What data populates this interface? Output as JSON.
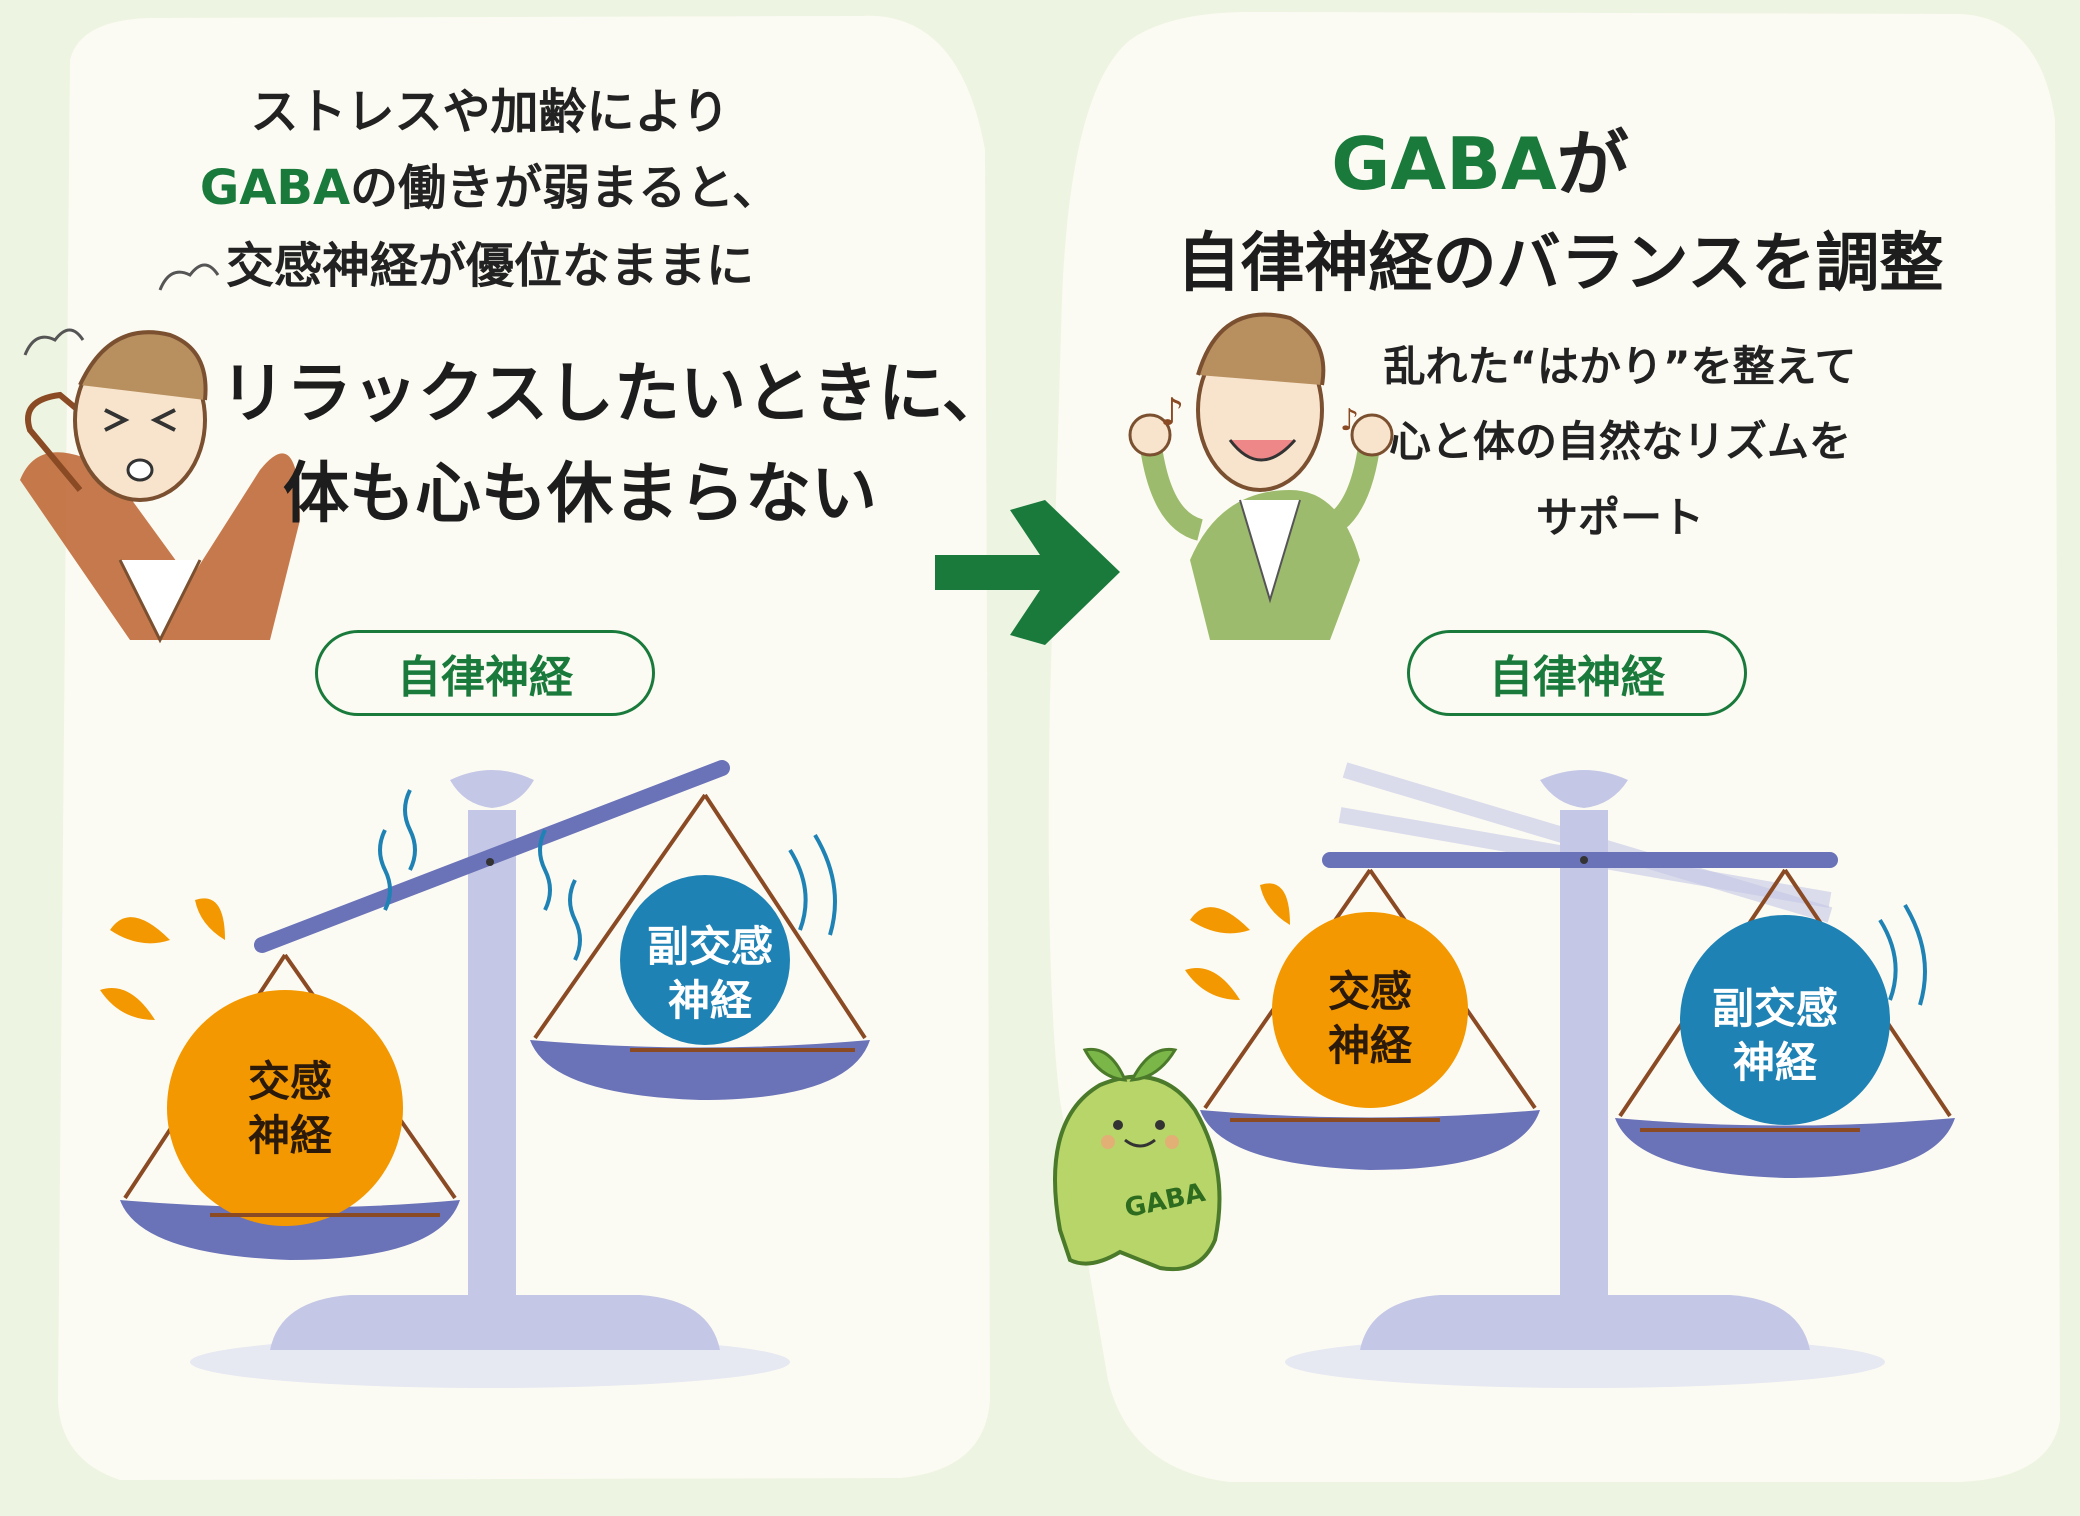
{
  "left": {
    "line1": "ストレスや加齢により",
    "line2_green": "GABA",
    "line2_rest": "の働きが弱まると、",
    "line3": "交感神経が優位なままに",
    "big1": "リラックスしたいときに、",
    "big2": "体も心も休まらない",
    "pill": "自律神経",
    "sympathetic": [
      "交感",
      "神経"
    ],
    "parasympathetic": [
      "副交感",
      "神経"
    ]
  },
  "right": {
    "title1_green": "GABA",
    "title1_rest": "が",
    "title2": "自律神経のバランスを調整",
    "sub1": "乱れた“はかり”を整えて",
    "sub2": "心と体の自然なリズムを",
    "sub3": "サポート",
    "pill": "自律神経",
    "sympathetic": [
      "交感",
      "神経"
    ],
    "parasympathetic": [
      "副交感",
      "神経"
    ],
    "mascot_label": "GABA"
  },
  "colors": {
    "background": "#eef4e2",
    "panel": "#fcfbf3",
    "brand_green": "#1a7a3c",
    "sympathetic_orange": "#f39800",
    "parasympathetic_blue": "#1f82b4",
    "scale_purple": "#6a72b8",
    "scale_pillar": "#c4c8e6",
    "mascot_green": "#b8d56a"
  },
  "icons": [
    "stressed-man-icon",
    "happy-man-icon",
    "arrow-right-icon",
    "gaba-mascot-icon"
  ]
}
